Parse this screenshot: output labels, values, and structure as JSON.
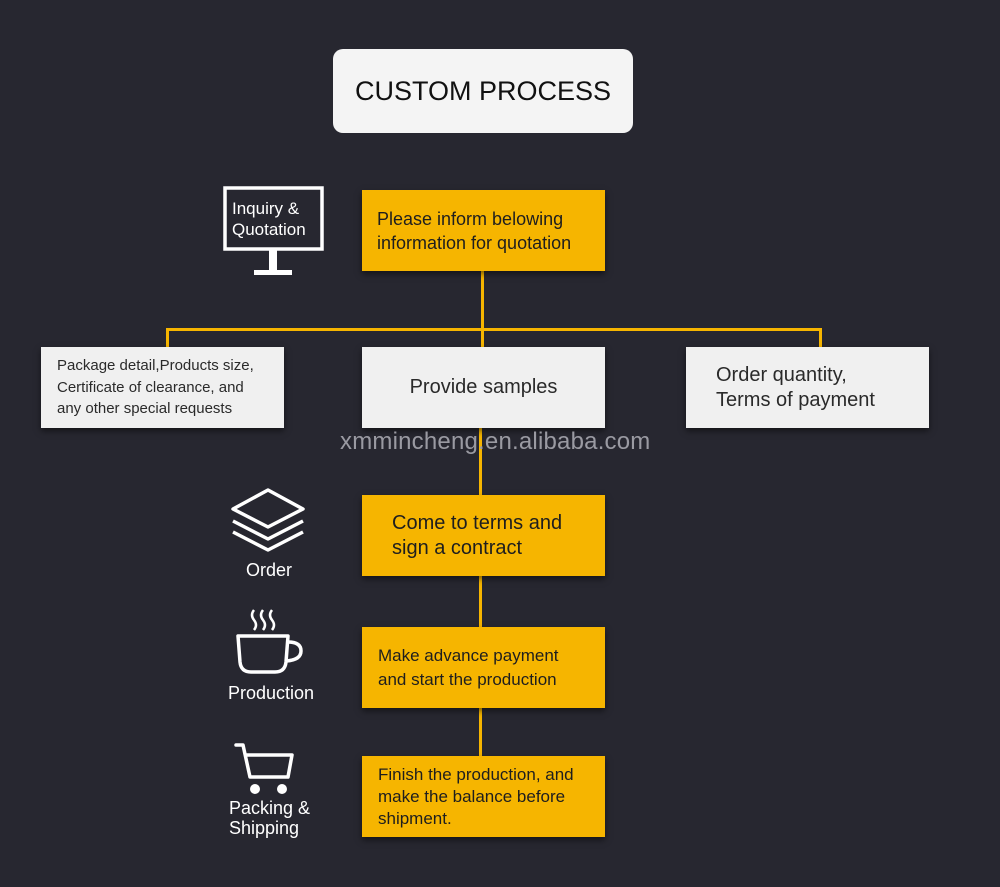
{
  "title": "CUSTOM PROCESS",
  "watermark": "xmmincheng.en.alibaba.com",
  "steps": {
    "inquiry": "Please inform belowing\ninformation for quotation",
    "contract": "Come to terms and\nsign a contract",
    "payment": "Make advance payment\nand start the production",
    "finish": "Finish the production, and\nmake the balance before\nshipment."
  },
  "info_boxes": {
    "left": "Package detail,Products size,\nCertificate of clearance, and\nany other special requests",
    "center": "Provide samples",
    "right": "Order quantity,\nTerms of payment"
  },
  "icons": {
    "inquiry": {
      "label": "Inquiry &\nQuotation",
      "icon": "monitor-icon"
    },
    "order": {
      "label": "Order",
      "icon": "layers-icon"
    },
    "production": {
      "label": "Production",
      "icon": "coffee-cup-icon"
    },
    "shipping": {
      "label": "Packing &\nShipping",
      "icon": "shopping-cart-icon"
    }
  },
  "colors": {
    "background": "#272730",
    "accent": "#f6b500",
    "box_light": "#f0f0f0"
  }
}
